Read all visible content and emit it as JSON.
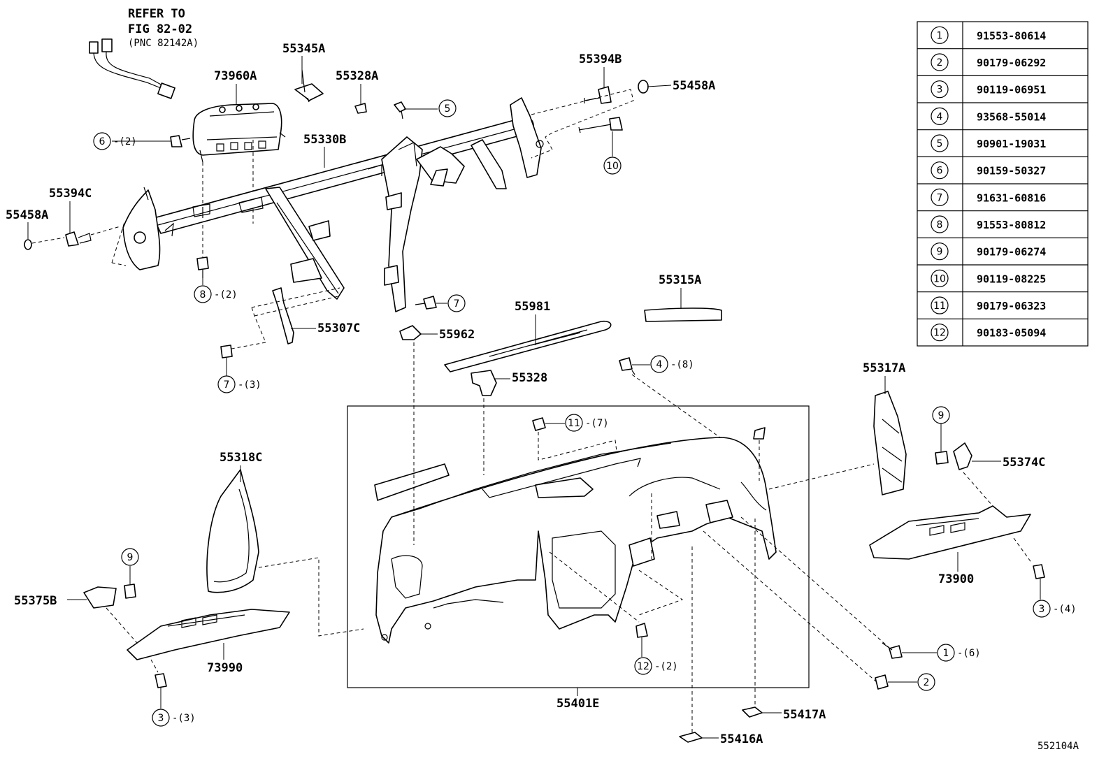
{
  "refer": {
    "line1": "REFER TO",
    "line2": "FIG 82-02",
    "line3": "(PNC 82142A)"
  },
  "labels": {
    "p55345A": "55345A",
    "p73960A": "73960A",
    "p55328A": "55328A",
    "p55394B": "55394B",
    "p55458A_r": "55458A",
    "p55330B": "55330B",
    "p55394C": "55394C",
    "p55458A_l": "55458A",
    "p55315A": "55315A",
    "p55981": "55981",
    "p55307C": "55307C",
    "p55962": "55962",
    "p55328": "55328",
    "p55317A": "55317A",
    "p55374C": "55374C",
    "p55318C": "55318C",
    "p55375B": "55375B",
    "p73990": "73990",
    "p73900": "73900",
    "p55401E": "55401E",
    "p55417A": "55417A",
    "p55416A": "55416A",
    "diagram_id": "552104A"
  },
  "callouts": {
    "c5": "5",
    "c6": "6",
    "q6": "-(2)",
    "c10": "10",
    "c8": "8",
    "q8": "-(2)",
    "c7a": "7",
    "c7b": "7",
    "q7b": "-(3)",
    "c4": "4",
    "q4": "-(8)",
    "c11": "11",
    "q11": "-(7)",
    "c9a": "9",
    "c9b": "9",
    "c3a": "3",
    "q3a": "-(4)",
    "c3b": "3",
    "q3b": "-(3)",
    "c12": "12",
    "q12": "-(2)",
    "c1": "1",
    "q1": "-(6)",
    "c2": "2"
  },
  "table": [
    {
      "n": "1",
      "part": "91553-80614"
    },
    {
      "n": "2",
      "part": "90179-06292"
    },
    {
      "n": "3",
      "part": "90119-06951"
    },
    {
      "n": "4",
      "part": "93568-55014"
    },
    {
      "n": "5",
      "part": "90901-19031"
    },
    {
      "n": "6",
      "part": "90159-50327"
    },
    {
      "n": "7",
      "part": "91631-60816"
    },
    {
      "n": "8",
      "part": "91553-80812"
    },
    {
      "n": "9",
      "part": "90179-06274"
    },
    {
      "n": "10",
      "part": "90119-08225"
    },
    {
      "n": "11",
      "part": "90179-06323"
    },
    {
      "n": "12",
      "part": "90183-05094"
    }
  ]
}
